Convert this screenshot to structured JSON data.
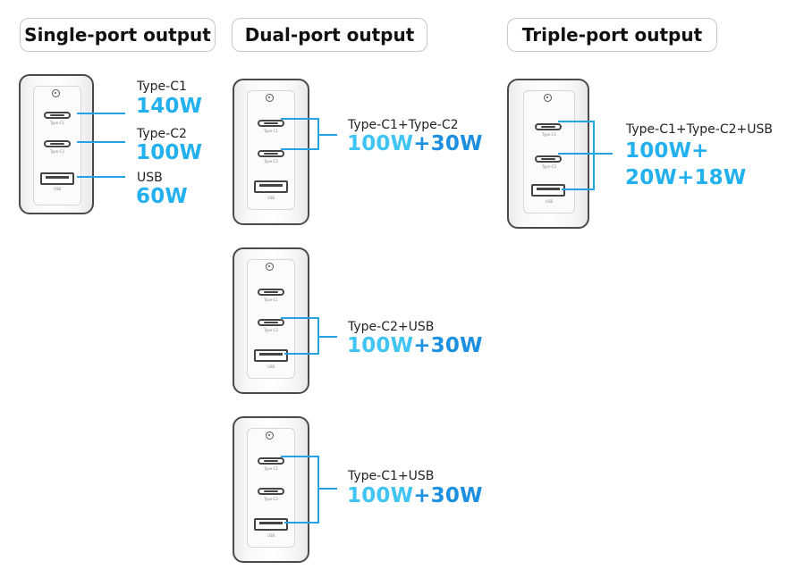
{
  "headers": {
    "single": "Single-port output",
    "dual": "Dual-port output",
    "triple": "Triple-port output"
  },
  "port_labels": {
    "c1": "Type-C1",
    "c2": "Type-C2",
    "usb": "USB"
  },
  "single": [
    {
      "label": "Type-C1",
      "power": "140W"
    },
    {
      "label": "Type-C2",
      "power": "100W"
    },
    {
      "label": "USB",
      "power": "60W"
    }
  ],
  "dual": [
    {
      "label": "Type-C1+Type-C2",
      "power_a": "100W",
      "power_b": "+30W"
    },
    {
      "label": "Type-C2+USB",
      "power_a": "100W",
      "power_b": "+30W"
    },
    {
      "label": "Type-C1+USB",
      "power_a": "100W",
      "power_b": "+30W"
    }
  ],
  "triple": {
    "label": "Type-C1+Type-C2+USB",
    "line1": "100W+",
    "line2": "20W+18W"
  },
  "colors": {
    "accent": "#22a3e6",
    "outline": "#4a4a4a"
  }
}
